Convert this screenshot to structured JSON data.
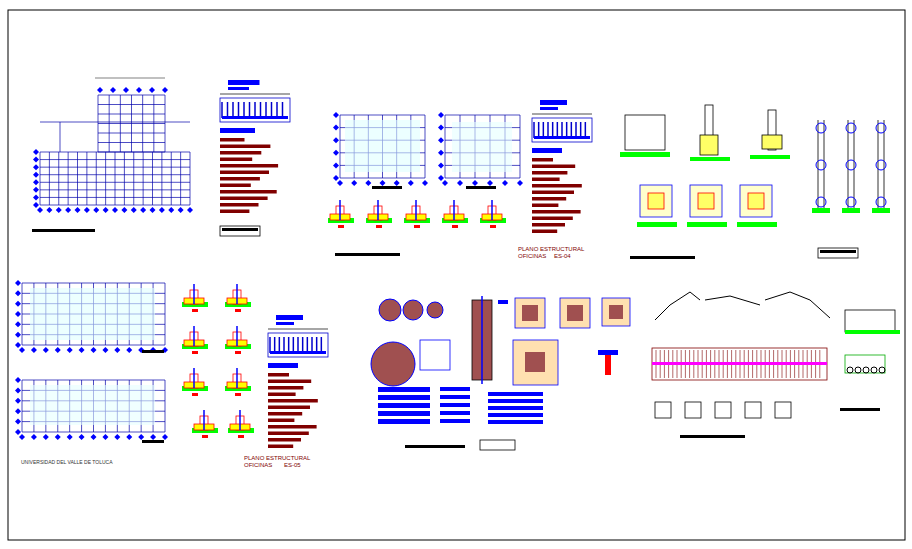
{
  "diagram": {
    "labels": [
      "PLANO ESTRUCTURAL",
      "OFICINAS",
      "ES-04",
      "PLANO ESTRUCTURAL",
      "OFICINAS",
      "ES-05",
      "UNIVERSIDAD DEL VALLE DE TOLUCA"
    ]
  }
}
